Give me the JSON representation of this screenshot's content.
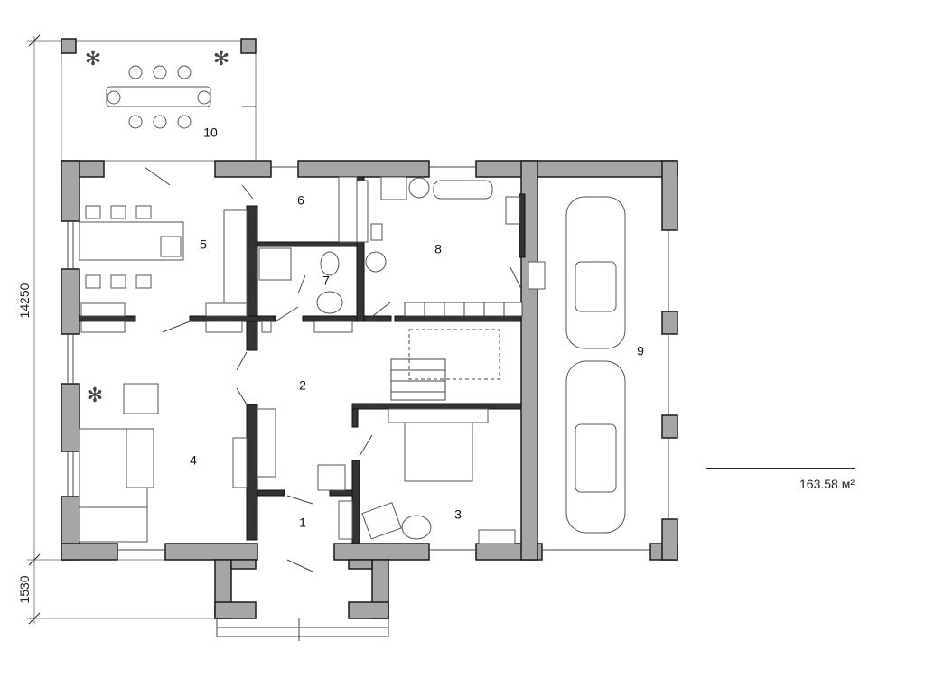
{
  "plan": {
    "dimensions": {
      "height_main": "14250",
      "height_porch": "1530"
    },
    "rooms": [
      "1",
      "2",
      "3",
      "4",
      "5",
      "6",
      "7",
      "8",
      "9",
      "10"
    ],
    "total_area": "163.58 м²"
  }
}
